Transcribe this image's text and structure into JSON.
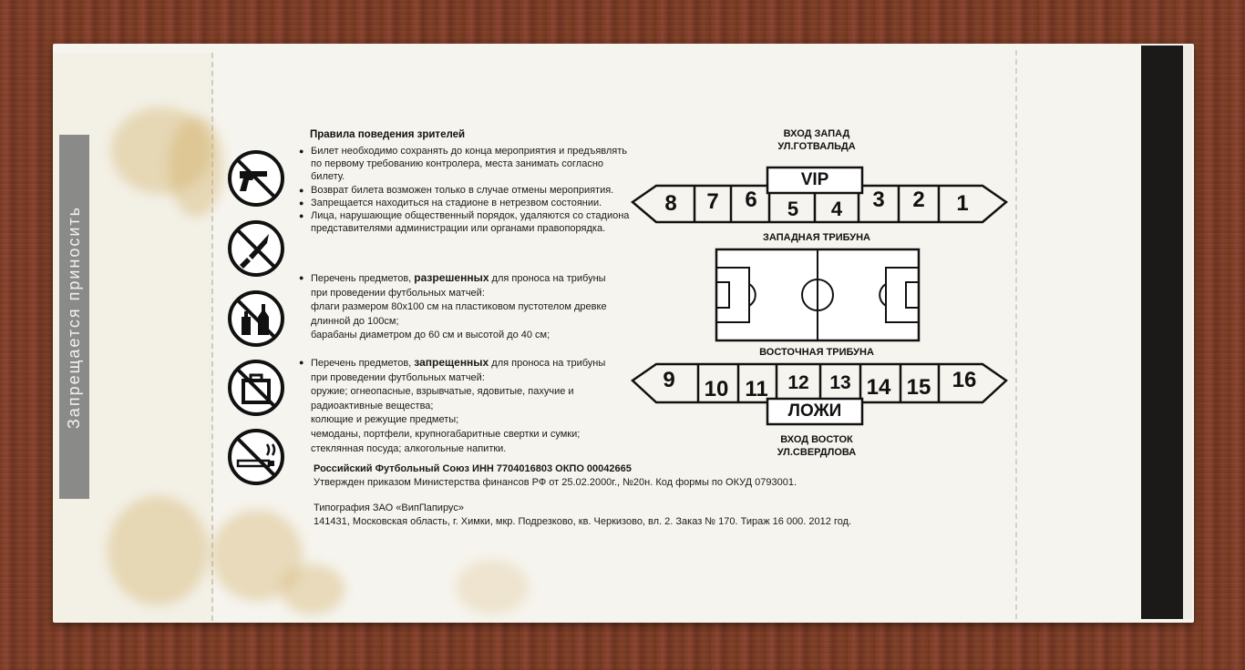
{
  "side_strip": "Запрещается приносить",
  "rules": {
    "title": "Правила поведения зрителей",
    "items": [
      "Билет необходимо сохранять до конца мероприятия и предъявлять по первому требованию контролера, места занимать согласно билету.",
      "Возврат билета возможен только в случае отмены мероприятия.",
      "Запрещается находиться на стадионе в нетрезвом состоянии.",
      "Лица, нарушающие общественный порядок, удаляются со стадиона представителями администрации или органами правопорядка."
    ]
  },
  "allowed": {
    "intro_before": "Перечень предметов, ",
    "intro_bold": "разрешенных",
    "intro_after": " для проноса на трибуны",
    "line2": "при проведении футбольных матчей:",
    "item1": "флаги размером 80х100 см на пластиковом пустотелом древке",
    "item1b": "длинной до 100см;",
    "item2": "барабаны диаметром до 60 см и высотой до 40 см;"
  },
  "forbidden": {
    "intro_before": "Перечень предметов, ",
    "intro_bold": "запрещенных",
    "intro_after": " для проноса на трибуны",
    "line2": "при проведении футбольных матчей:",
    "item1": "оружие; огнеопасные, взрывчатые, ядовитые, пахучие и",
    "item1b": "радиоактивные вещества;",
    "item2": "колющие и режущие предметы;",
    "item3": "чемоданы, портфели, крупногабаритные свертки и сумки;",
    "item4": "стеклянная посуда; алкогольные напитки."
  },
  "footer": {
    "org": "Российский Футбольный Союз ИНН 7704016803 ОКПО 00042665",
    "approved": "Утвержден приказом Министерства финансов РФ от 25.02.2000г., №20н. Код формы по ОКУД 0793001.",
    "printer": "Типография ЗАО «ВипПапирус»",
    "address": "141431, Московская область, г. Химки, мкр. Подрезково, кв. Черкизово, вл. 2. Заказ № 170. Тираж 16 000. 2012 год."
  },
  "stadium": {
    "entrance_west_1": "ВХОД ЗАПАД",
    "entrance_west_2": "УЛ.ГОТВАЛЬДА",
    "vip": "VIP",
    "west_stand": "ЗАПАДНАЯ ТРИБУНА",
    "east_stand": "ВОСТОЧНАЯ ТРИБУНА",
    "boxes": "ЛОЖИ",
    "entrance_east_1": "ВХОД ВОСТОК",
    "entrance_east_2": "УЛ.СВЕРДЛОВА",
    "west_sectors": [
      "8",
      "7",
      "6",
      "5",
      "4",
      "3",
      "2",
      "1"
    ],
    "east_sectors": [
      "9",
      "10",
      "11",
      "12",
      "13",
      "14",
      "15",
      "16"
    ]
  }
}
